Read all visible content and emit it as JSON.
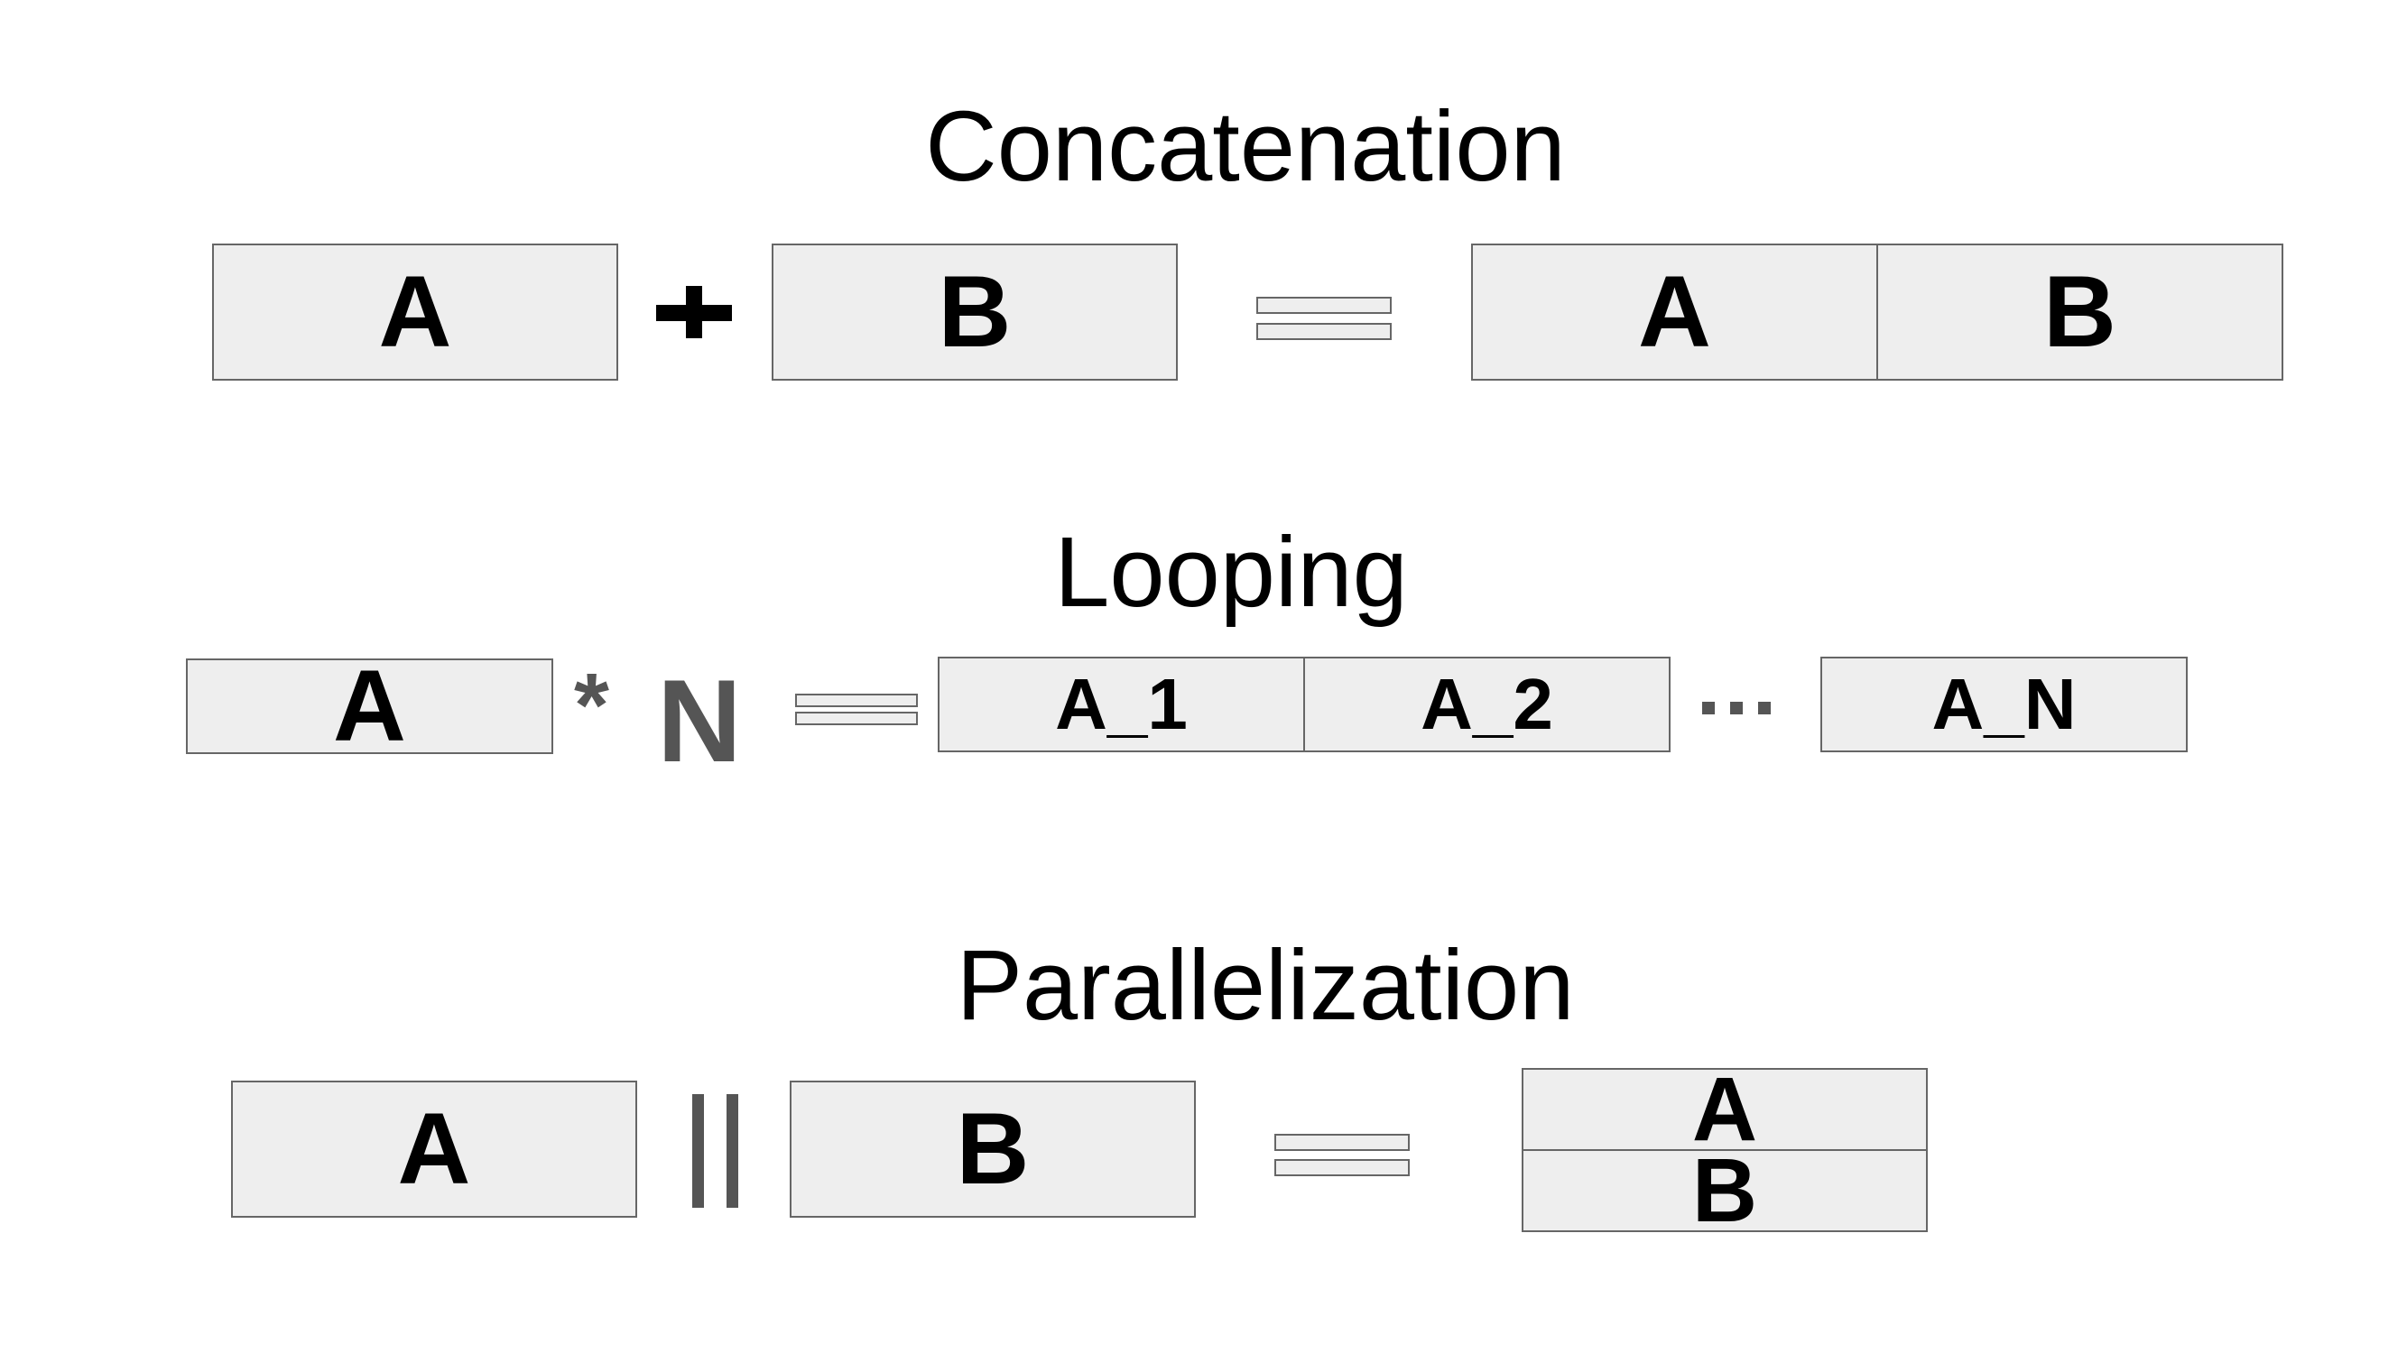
{
  "concatenation": {
    "title": "Concatenation",
    "left_label": "A",
    "right_label": "B",
    "result_labels": [
      "A",
      "B"
    ]
  },
  "looping": {
    "title": "Looping",
    "input_label": "A",
    "operator": "*",
    "count": "N",
    "result_labels": [
      "A_1",
      "A_2",
      "A_N"
    ]
  },
  "parallelization": {
    "title": "Parallelization",
    "left_label": "A",
    "right_label": "B",
    "result_top": "A",
    "result_bottom": "B"
  },
  "colors": {
    "box_fill": "#eeeeee",
    "box_border": "#666666",
    "operator_gray": "#555555",
    "text": "#000000"
  }
}
